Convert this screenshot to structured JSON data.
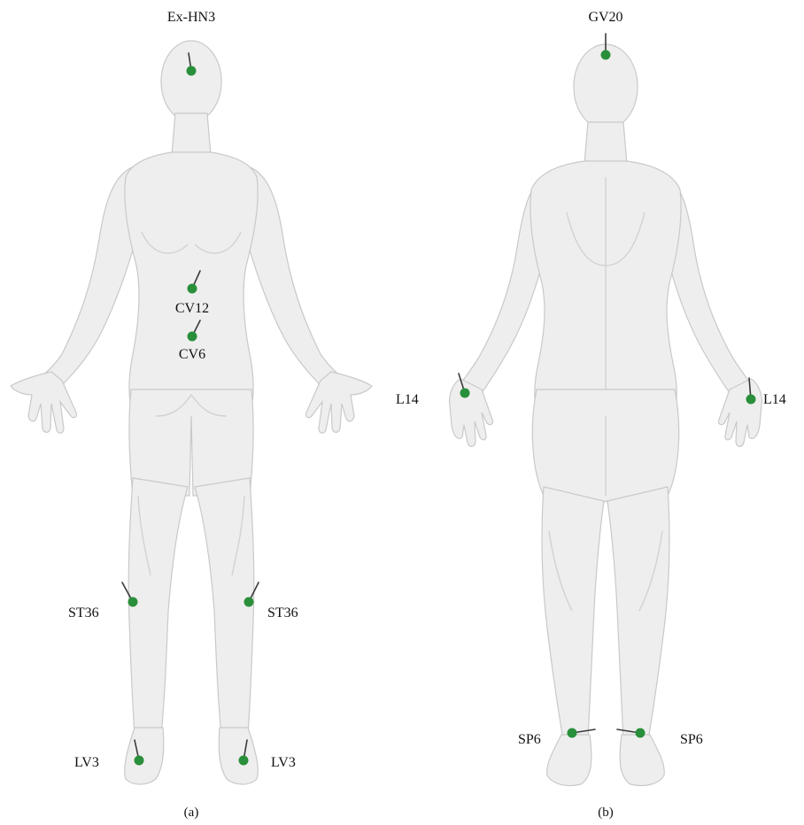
{
  "point_color": "#2a8f3a",
  "panel_a": {
    "caption": "(a)",
    "view": "front",
    "points": [
      {
        "id": "exhn3",
        "label": "Ex-HN3"
      },
      {
        "id": "cv12",
        "label": "CV12"
      },
      {
        "id": "cv6",
        "label": "CV6"
      },
      {
        "id": "st36_right",
        "label": "ST36"
      },
      {
        "id": "st36_left",
        "label": "ST36"
      },
      {
        "id": "lv3_right",
        "label": "LV3"
      },
      {
        "id": "lv3_left",
        "label": "LV3"
      }
    ]
  },
  "panel_b": {
    "caption": "(b)",
    "view": "back",
    "points": [
      {
        "id": "gv20",
        "label": "GV20"
      },
      {
        "id": "li4_left",
        "label": "L14"
      },
      {
        "id": "li4_right",
        "label": "L14"
      },
      {
        "id": "sp6_left",
        "label": "SP6"
      },
      {
        "id": "sp6_right",
        "label": "SP6"
      }
    ]
  }
}
